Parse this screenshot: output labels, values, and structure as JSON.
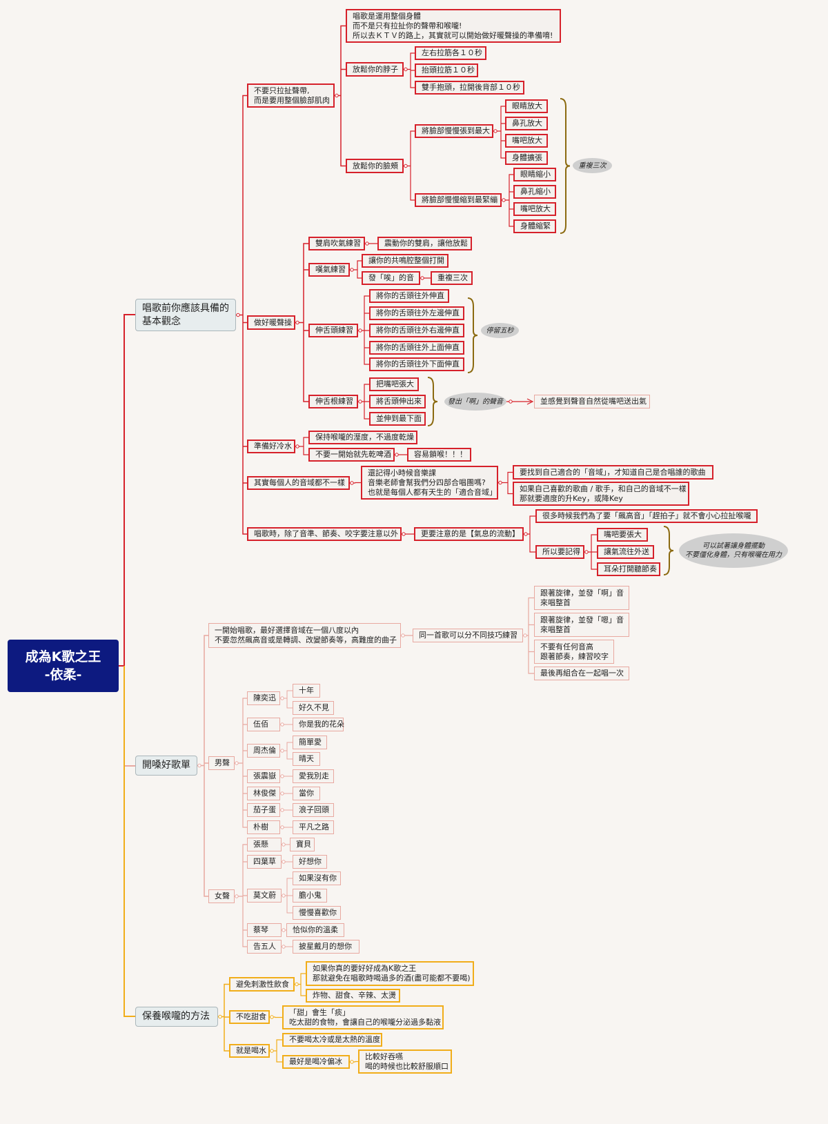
{
  "colors": {
    "root": "#0d1a80",
    "red": "#d6202a",
    "pink": "#e8a8a0",
    "orange": "#f1ad19",
    "brace": "#8b6a10"
  },
  "root": "成為K歌之王\n-依柔-",
  "branch1": {
    "title": "唱歌前你應該具備的\n基本觀念",
    "n1": {
      "label": "不要只拉扯聲帶,\n而是要用整個臉部肌肉",
      "intro": "唱歌是運用整個身體\n而不是只有拉扯你的聲帶和喉嚨!\n所以去ＫＴＶ的路上，其實就可以開始做好暖聲操的準備唷!",
      "neck": {
        "label": "放鬆你的脖子",
        "items": [
          "左右拉筋各１０秒",
          "抬頭拉筋１０秒",
          "雙手抱頭，拉開後背部１０秒"
        ]
      },
      "cheek": {
        "label": "放鬆你的臉頰",
        "expand": {
          "label": "將臉部慢慢張到最大",
          "items": [
            "眼睛放大",
            "鼻孔放大",
            "嘴吧放大",
            "身體擴張"
          ]
        },
        "shrink": {
          "label": "將臉部慢慢縮到最緊繃",
          "items": [
            "眼睛縮小",
            "鼻孔縮小",
            "嘴吧放大",
            "身體縮緊"
          ]
        },
        "note": "重複三次"
      }
    },
    "n2": {
      "label": "做好暖聲操",
      "shoulder": {
        "label": "雙肩吹氣練習",
        "item": "震動你的雙肩，讓他放鬆"
      },
      "sigh": {
        "label": "嘆氣練習",
        "items": [
          "讓你的共鳴腔整個打開",
          "發「唉」的音"
        ],
        "repeat": "重複三次"
      },
      "tongue": {
        "label": "伸舌頭練習",
        "items": [
          "將你的舌頭往外伸直",
          "將你的舌頭往外左邊伸直",
          "將你的舌頭往外右邊伸直",
          "將你的舌頭往外上面伸直",
          "將你的舌頭往外下面伸直"
        ],
        "note": "停留五秒"
      },
      "root": {
        "label": "伸舌根練習",
        "items": [
          "把嘴吧張大",
          "將舌頭伸出來",
          "並伸到最下面"
        ],
        "note": "發出「啊」的聲音",
        "result": "並感覺到聲音自然從嘴吧送出氣"
      }
    },
    "n3": {
      "label": "準備好冷水",
      "items": [
        "保持喉嚨的溼度，不過度乾燥",
        "不要一開始就先乾啤酒"
      ],
      "warn": "容易鎖喉！！！"
    },
    "n4": {
      "label": "其實每個人的音域都不一樣",
      "mid": "還記得小時候音樂課\n音樂老師會幫我們分四部合唱團嗎?\n也就是每個人都有天生的「適合音域」",
      "items": [
        "要找到自己適合的「音域」，才知道自己是合唱誰的歌曲",
        "如果自己喜歡的歌曲 / 歌手，和自己的音域不一樣\n那就要適度的升Key，或降Key"
      ]
    },
    "n5": {
      "label": "唱歌時，除了音準、節奏、咬字要注意以外",
      "mid": "更要注意的是【氣息的流動】",
      "top": "很多時候我們為了要「飆高音」「趕拍子」就不會小心拉扯喉嚨",
      "remember": "所以要記得",
      "items": [
        "嘴吧要張大",
        "讓氣流往外送",
        "耳朵打開聽節奏"
      ],
      "note": "可以試著讓身體擺動\n不要僵化身體，只有喉嚨在用力"
    }
  },
  "branch2": {
    "title": "開嗓好歌單",
    "tip": {
      "label": "一開始唱歌，最好選擇音域在一個八度以內\n不要忽然飆高音或是轉調、改變節奏等，高難度的曲子",
      "mid": "同一首歌可以分不同技巧練習",
      "items": [
        "跟著旋律，並發「啊」音\n來唱整首",
        "跟著旋律，並發「嗯」音\n來唱整首",
        "不要有任何音高\n跟著節奏，練習咬字",
        "最後再組合在一起唱一次"
      ]
    },
    "male": {
      "label": "男聲",
      "singers": [
        {
          "name": "陳奕迅",
          "songs": [
            "十年",
            "好久不見"
          ]
        },
        {
          "name": "伍佰",
          "songs": [
            "你是我的花朵"
          ]
        },
        {
          "name": "周杰倫",
          "songs": [
            "簡單愛",
            "晴天"
          ]
        },
        {
          "name": "張震嶽",
          "songs": [
            "愛我別走"
          ]
        },
        {
          "name": "林俊傑",
          "songs": [
            "當你"
          ]
        },
        {
          "name": "茄子蛋",
          "songs": [
            "浪子回頭"
          ]
        },
        {
          "name": "朴樹",
          "songs": [
            "平凡之路"
          ]
        }
      ]
    },
    "female": {
      "label": "女聲",
      "singers": [
        {
          "name": "張懸",
          "songs": [
            "寶貝"
          ]
        },
        {
          "name": "四葉草",
          "songs": [
            "好想你"
          ]
        },
        {
          "name": "莫文蔚",
          "songs": [
            "如果沒有你",
            "膽小鬼",
            "慢慢喜歡你"
          ]
        },
        {
          "name": "蔡琴",
          "songs": [
            "恰似你的溫柔"
          ]
        },
        {
          "name": "告五人",
          "songs": [
            "披星戴月的想你"
          ]
        }
      ]
    }
  },
  "branch3": {
    "title": "保養喉嚨的方法",
    "avoid": {
      "label": "避免刺激性飲食",
      "items": [
        "如果你真的要好好成為K歌之王\n那就避免在唱歌時喝過多的酒(盡可能都不要喝)",
        "炸物、甜食、辛辣、太燙"
      ]
    },
    "sweet": {
      "label": "不吃甜食",
      "item": "「甜」會生「痰」\n吃太甜的食物，會讓自己的喉嚨分泌過多黏液"
    },
    "water": {
      "label": "就是喝水",
      "items": [
        "不要喝太冷或是太熱的溫度",
        "最好是喝冷偏冰"
      ],
      "detail": "比較好吞嚥\n喝的時候也比較舒服順口"
    }
  }
}
